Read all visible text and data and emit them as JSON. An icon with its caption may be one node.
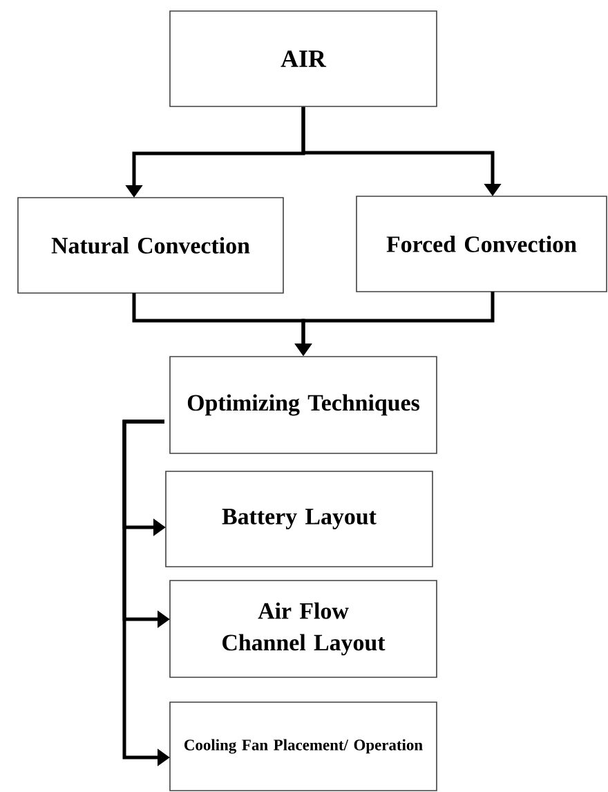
{
  "diagram": {
    "nodes": [
      {
        "text": [
          "AIR"
        ]
      },
      {
        "text": [
          "Natural Convection"
        ]
      },
      {
        "text": [
          "Forced Convection"
        ]
      },
      {
        "text": [
          "Optimizing Techniques"
        ]
      },
      {
        "text": [
          "Battery Layout"
        ]
      },
      {
        "text": [
          "Air Flow Channel Layout"
        ]
      },
      {
        "text": [
          "Cooling Fan Placement/ Operation"
        ]
      }
    ],
    "edges": [
      {
        "from": 0,
        "to": 1,
        "arrow": "to"
      },
      {
        "from": 0,
        "to": 2,
        "arrow": "to"
      },
      {
        "from": 1,
        "to": 3,
        "arrow": "to"
      },
      {
        "from": 2,
        "to": 3,
        "arrow": "to"
      },
      {
        "from": 3,
        "to": 4,
        "arrow": "to"
      },
      {
        "from": 3,
        "to": 5,
        "arrow": "to"
      },
      {
        "from": 3,
        "to": 6,
        "arrow": "to"
      }
    ]
  }
}
